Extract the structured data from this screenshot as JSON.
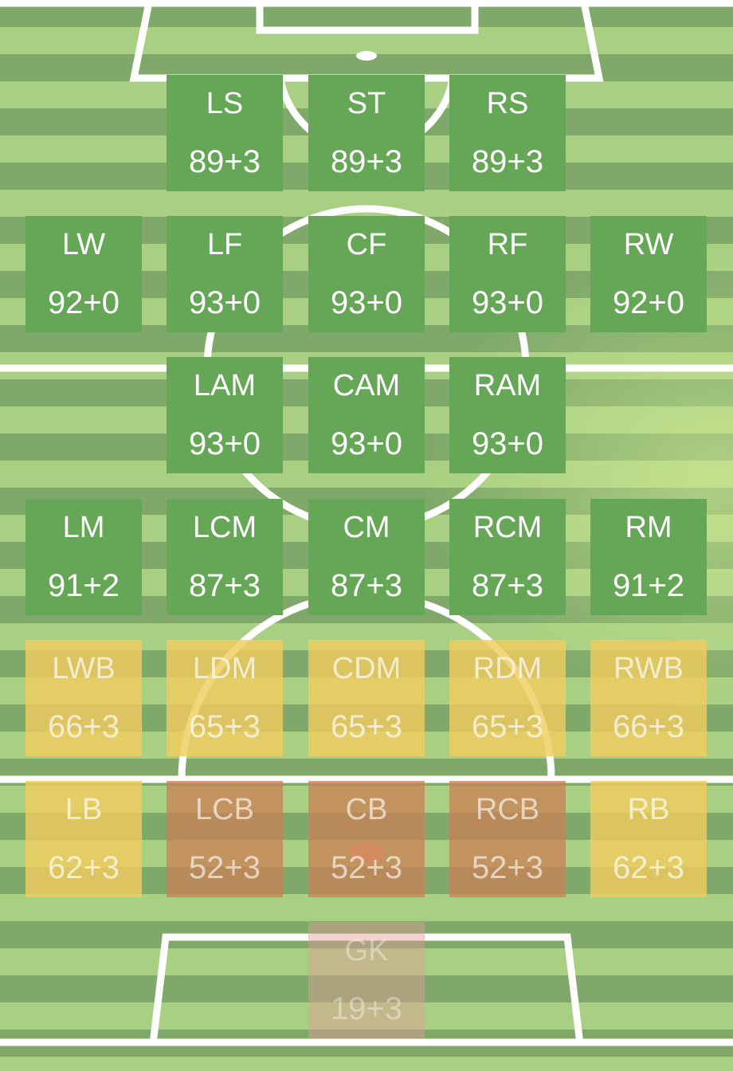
{
  "colors": {
    "high": "#65a757",
    "mid": "#f0cc5e",
    "low": "#c98254",
    "lowest": "#e29c96",
    "pitch_dark": "#7fa86a",
    "pitch_light": "#a9cf82",
    "line": "#ffffff"
  },
  "positions": {
    "ls": {
      "label": "LS",
      "rating": "89+3"
    },
    "st": {
      "label": "ST",
      "rating": "89+3"
    },
    "rs": {
      "label": "RS",
      "rating": "89+3"
    },
    "lw": {
      "label": "LW",
      "rating": "92+0"
    },
    "lf": {
      "label": "LF",
      "rating": "93+0"
    },
    "cf": {
      "label": "CF",
      "rating": "93+0"
    },
    "rf": {
      "label": "RF",
      "rating": "93+0"
    },
    "rw": {
      "label": "RW",
      "rating": "92+0"
    },
    "lam": {
      "label": "LAM",
      "rating": "93+0"
    },
    "cam": {
      "label": "CAM",
      "rating": "93+0"
    },
    "ram": {
      "label": "RAM",
      "rating": "93+0"
    },
    "lm": {
      "label": "LM",
      "rating": "91+2"
    },
    "lcm": {
      "label": "LCM",
      "rating": "87+3"
    },
    "cm": {
      "label": "CM",
      "rating": "87+3"
    },
    "rcm": {
      "label": "RCM",
      "rating": "87+3"
    },
    "rm": {
      "label": "RM",
      "rating": "91+2"
    },
    "lwb": {
      "label": "LWB",
      "rating": "66+3"
    },
    "ldm": {
      "label": "LDM",
      "rating": "65+3"
    },
    "cdm": {
      "label": "CDM",
      "rating": "65+3"
    },
    "rdm": {
      "label": "RDM",
      "rating": "65+3"
    },
    "rwb": {
      "label": "RWB",
      "rating": "66+3"
    },
    "lb": {
      "label": "LB",
      "rating": "62+3"
    },
    "lcb": {
      "label": "LCB",
      "rating": "52+3"
    },
    "cb": {
      "label": "CB",
      "rating": "52+3"
    },
    "rcb": {
      "label": "RCB",
      "rating": "52+3"
    },
    "rb": {
      "label": "RB",
      "rating": "62+3"
    },
    "gk": {
      "label": "GK",
      "rating": "19+3"
    }
  }
}
